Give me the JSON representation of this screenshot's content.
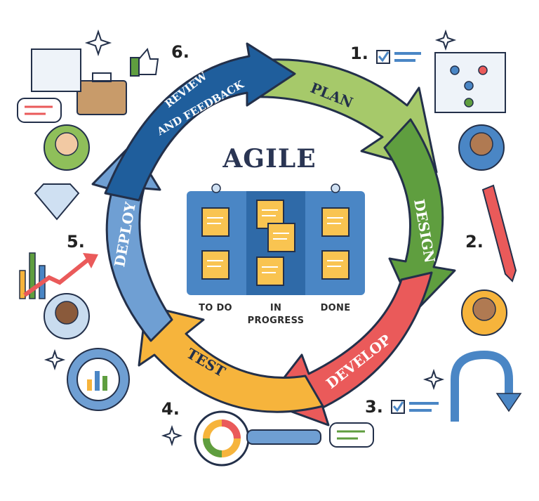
{
  "title": "AGILE",
  "steps": [
    {
      "num": "1.",
      "label": "PLAN"
    },
    {
      "num": "2.",
      "label": "DESIGN"
    },
    {
      "num": "3.",
      "label": "DEVELOP"
    },
    {
      "num": "4.",
      "label": "TEST"
    },
    {
      "num": "5.",
      "label": "DEPLOY"
    },
    {
      "num": "6.",
      "label_line1": "REVIEW",
      "label_line2": "AND FEEDBACK"
    }
  ],
  "board": {
    "col1": "TO DO",
    "col2_line1": "IN",
    "col2_line2": "PROGRESS",
    "col3": "DONE"
  },
  "colors": {
    "plan": "#a6c96a",
    "design": "#5f9e3f",
    "develop": "#ea5a5a",
    "test": "#f6b43c",
    "deploy": "#6f9fd3",
    "review": "#1f5e9c",
    "board": "#4a86c5",
    "note": "#f9c451"
  }
}
